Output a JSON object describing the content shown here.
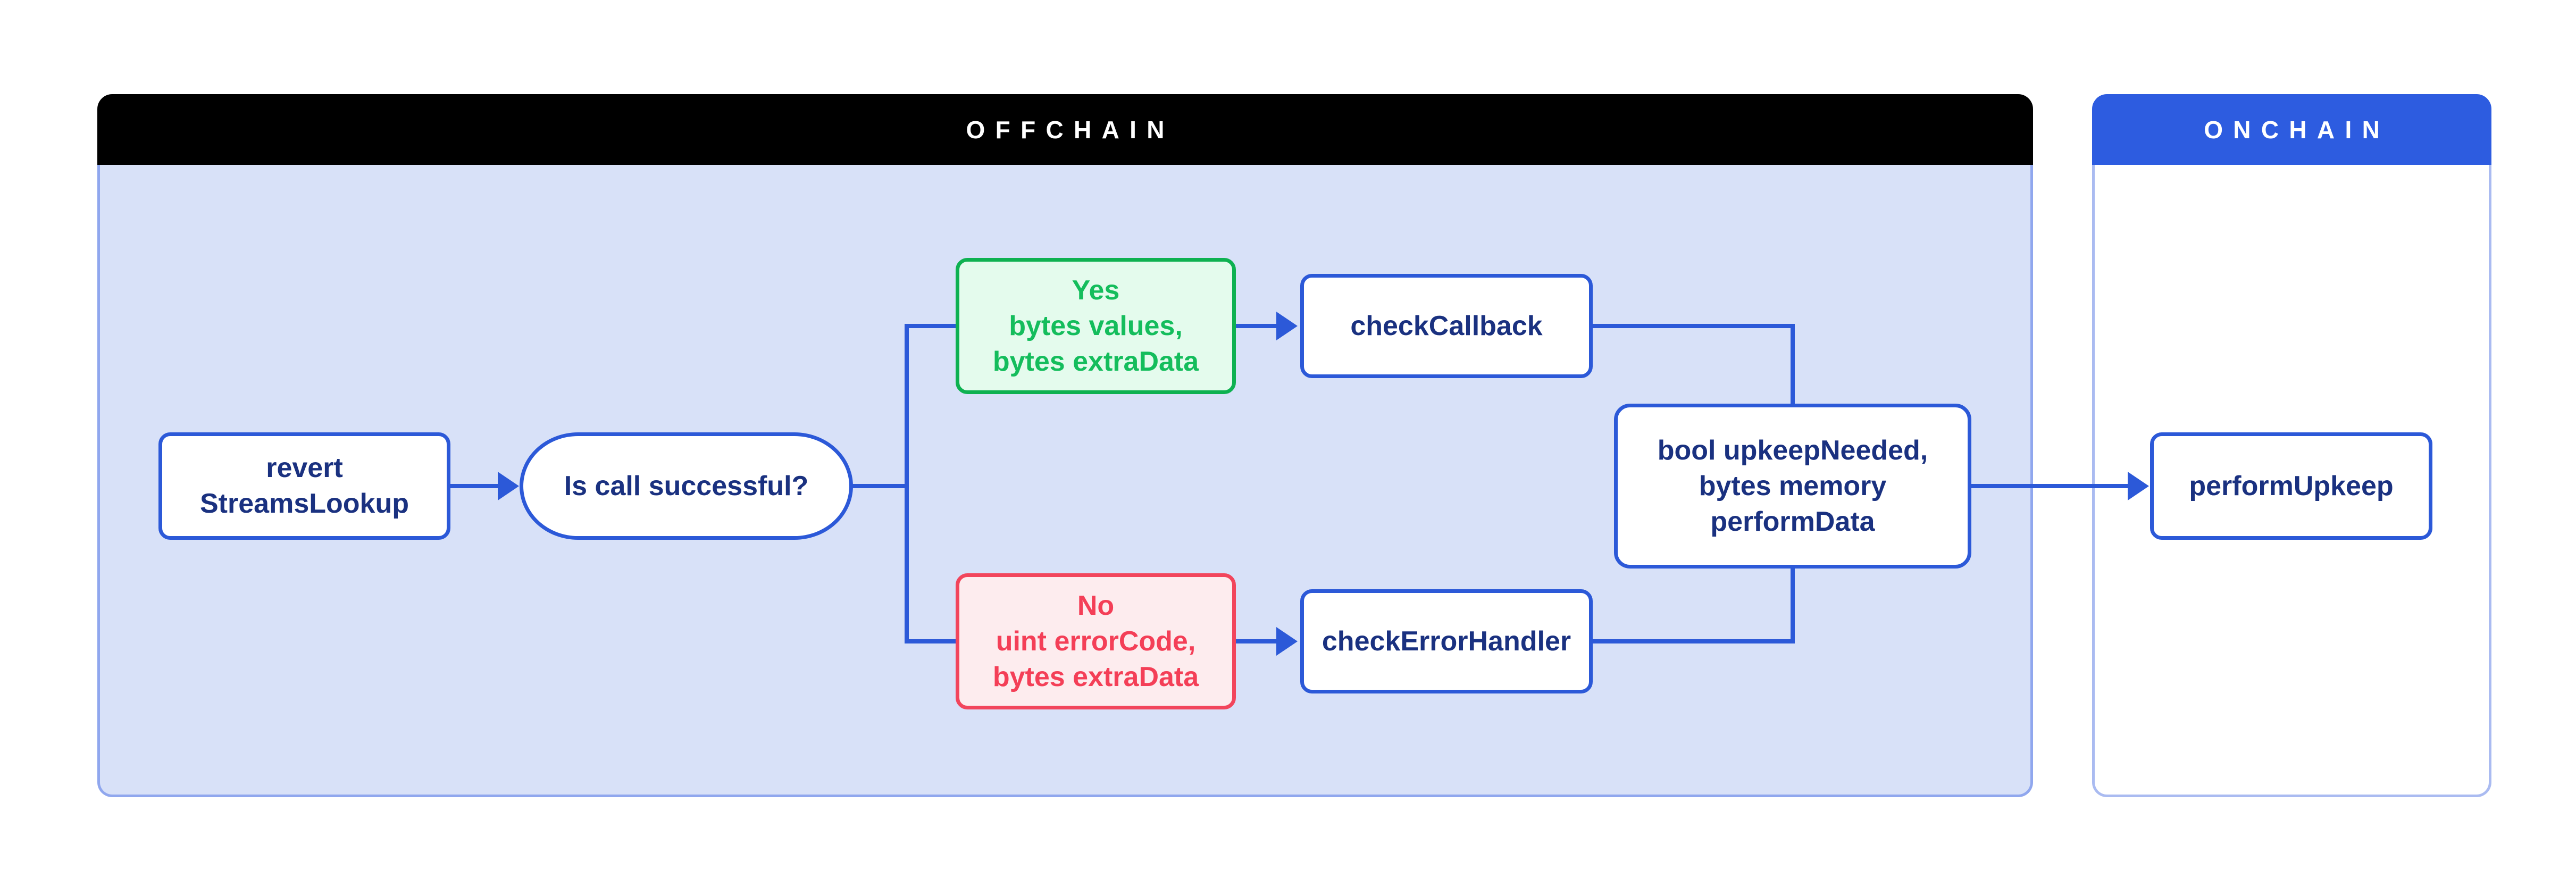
{
  "colors": {
    "page-bg": "#ffffff",
    "offchain-header-bg": "#000000",
    "offchain-header-text": "#ffffff",
    "offchain-body-bg": "#d8e1f8",
    "offchain-body-border": "#90a7ee",
    "onchain-header-bg": "#2d5ce0",
    "onchain-header-text": "#ffffff",
    "onchain-body-bg": "#ffffff",
    "onchain-body-border": "#aabbf1",
    "node-bg": "#ffffff",
    "node-border": "#2c59d8",
    "node-text": "#1a3180",
    "connector": "#2c59d8",
    "yes-bg": "#e4fbed",
    "yes-border": "#0eb151",
    "yes-text": "#14bd5c",
    "no-bg": "#fdecee",
    "no-border": "#f2455c",
    "no-text": "#f43f57"
  },
  "sections": {
    "offchain": {
      "title": "OFFCHAIN"
    },
    "onchain": {
      "title": "ONCHAIN"
    }
  },
  "nodes": {
    "revert_streams_lookup": {
      "lines": [
        "revert",
        "StreamsLookup"
      ]
    },
    "is_call_successful": {
      "label": "Is call successful?"
    },
    "yes_branch": {
      "lines": [
        "Yes",
        "bytes values,",
        "bytes extraData"
      ]
    },
    "no_branch": {
      "lines": [
        "No",
        "uint errorCode,",
        "bytes extraData"
      ]
    },
    "check_callback": {
      "label": "checkCallback"
    },
    "check_error_handler": {
      "label": "checkErrorHandler"
    },
    "upkeep_result": {
      "lines": [
        "bool upkeepNeeded,",
        "bytes memory",
        "performData"
      ]
    },
    "perform_upkeep": {
      "label": "performUpkeep"
    }
  }
}
